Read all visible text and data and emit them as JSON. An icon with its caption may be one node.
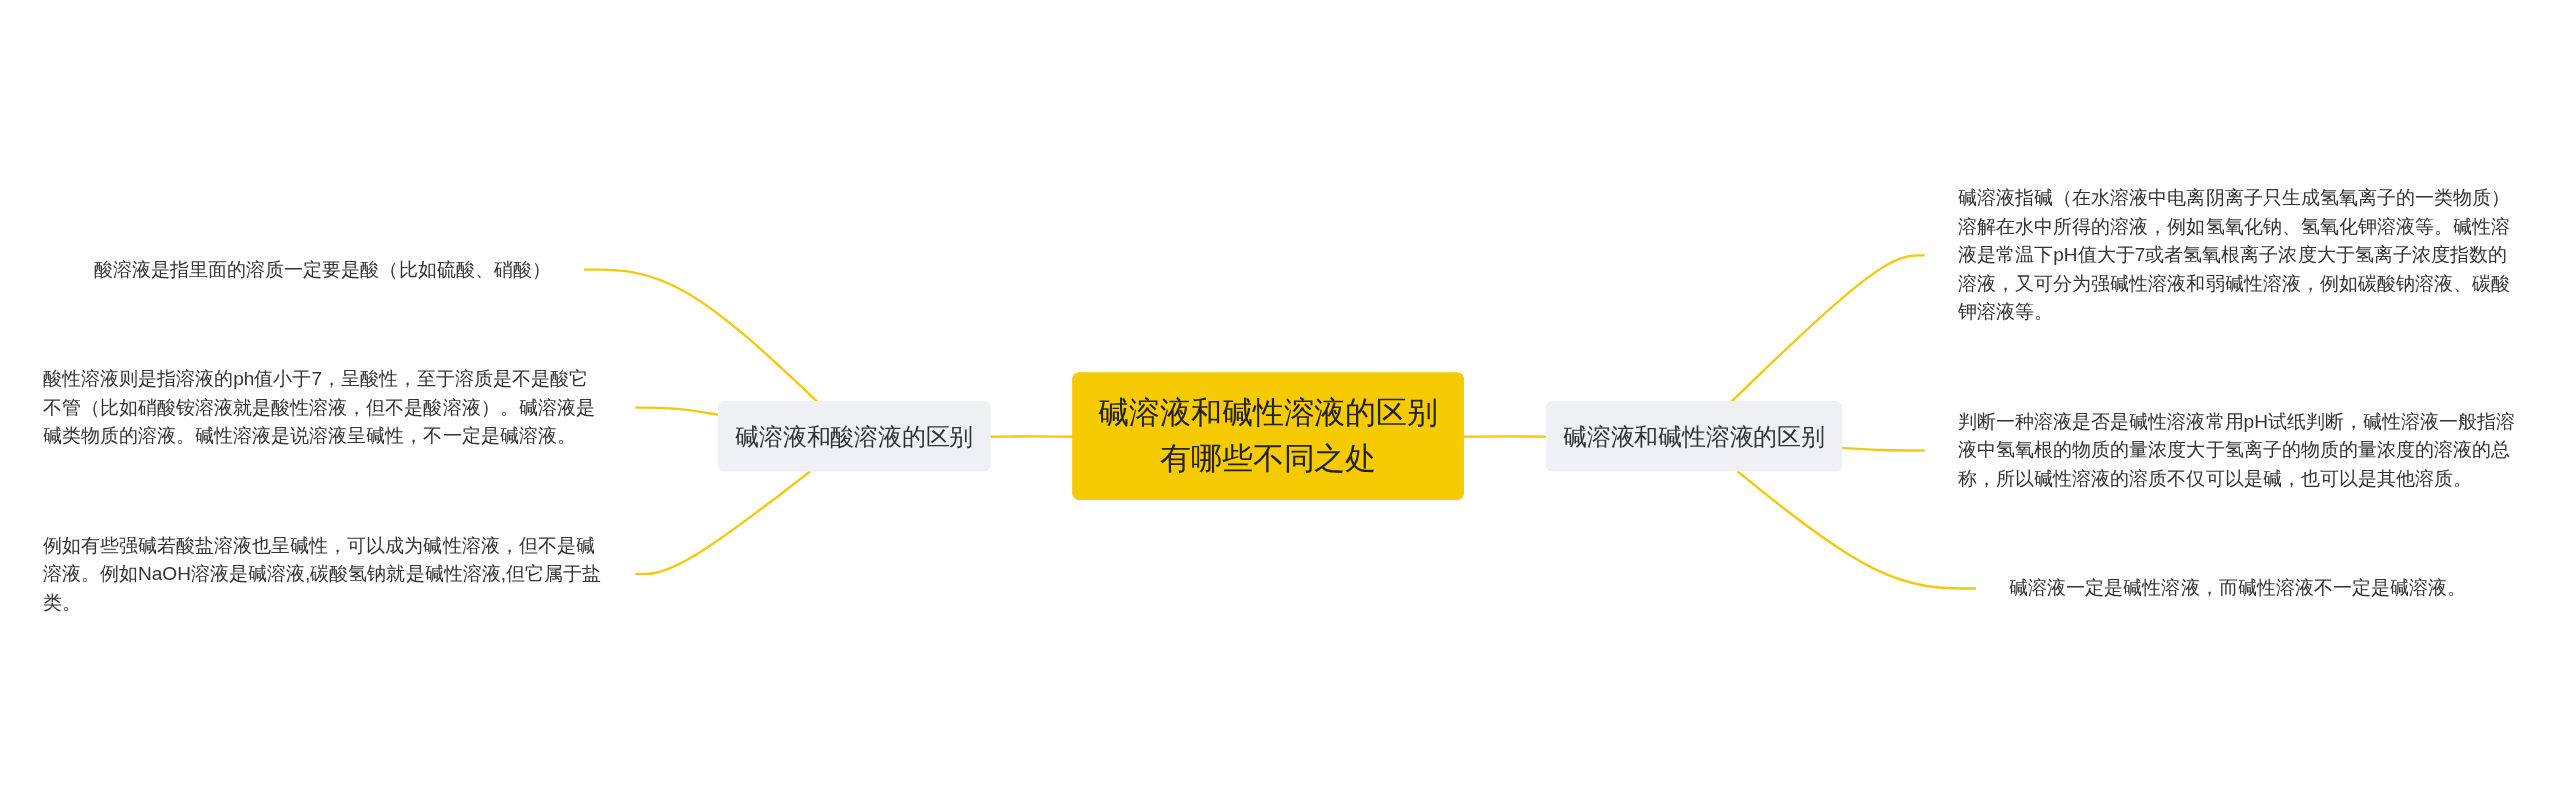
{
  "diagram": {
    "nodes": [
      {
        "text": [
          "碱溶液和碱性溶液的区别有哪些不同之处"
        ]
      },
      {
        "text": [
          "碱溶液和酸溶液的区别"
        ]
      },
      {
        "text": [
          "酸溶液是指里面的溶质一定要是酸（比如硫酸、硝酸）"
        ]
      },
      {
        "text": [
          "酸性溶液则是指溶液的ph值小于7，呈酸性，至于溶质是不是酸它不管（比如硝酸铵溶液就是酸性溶液，但不是酸溶液）。碱溶液是碱类物质的溶液。碱性溶液是说溶液呈碱性，不一定是碱溶液。"
        ]
      },
      {
        "text": [
          "例如有些强碱若酸盐溶液也呈碱性，可以成为碱性溶液，但不是碱溶液。例如NaOH溶液是碱溶液,碳酸氢钠就是碱性溶液,但它属于盐类。"
        ]
      },
      {
        "text": [
          "碱溶液和碱性溶液的区别"
        ]
      },
      {
        "text": [
          "碱溶液指碱（在水溶液中电离阴离子只生成氢氧离子的一类物质）溶解在水中所得的溶液，例如氢氧化钠、氢氧化钾溶液等。碱性溶液是常温下pH值大于7或者氢氧根离子浓度大于氢离子浓度指数的溶液，又可分为强碱性溶液和弱碱性溶液，例如碳酸钠溶液、碳酸钾溶液等。"
        ]
      },
      {
        "text": [
          "判断一种溶液是否是碱性溶液常用pH试纸判断，碱性溶液一般指溶液中氢氧根的物质的量浓度大于氢离子的物质的量浓度的溶液的总称，所以碱性溶液的溶质不仅可以是碱，也可以是其他溶质。"
        ]
      },
      {
        "text": [
          "碱溶液一定是碱性溶液，而碱性溶液不一定是碱溶液。"
        ]
      }
    ],
    "edges": [
      {
        "from": 1,
        "to": 0,
        "arrow": "none"
      },
      {
        "from": 2,
        "to": 1,
        "arrow": "none"
      },
      {
        "from": 3,
        "to": 1,
        "arrow": "none"
      },
      {
        "from": 4,
        "to": 1,
        "arrow": "none"
      },
      {
        "from": 0,
        "to": 5,
        "arrow": "none"
      },
      {
        "from": 5,
        "to": 6,
        "arrow": "none"
      },
      {
        "from": 5,
        "to": 7,
        "arrow": "none"
      },
      {
        "from": 5,
        "to": 8,
        "arrow": "none"
      }
    ]
  }
}
